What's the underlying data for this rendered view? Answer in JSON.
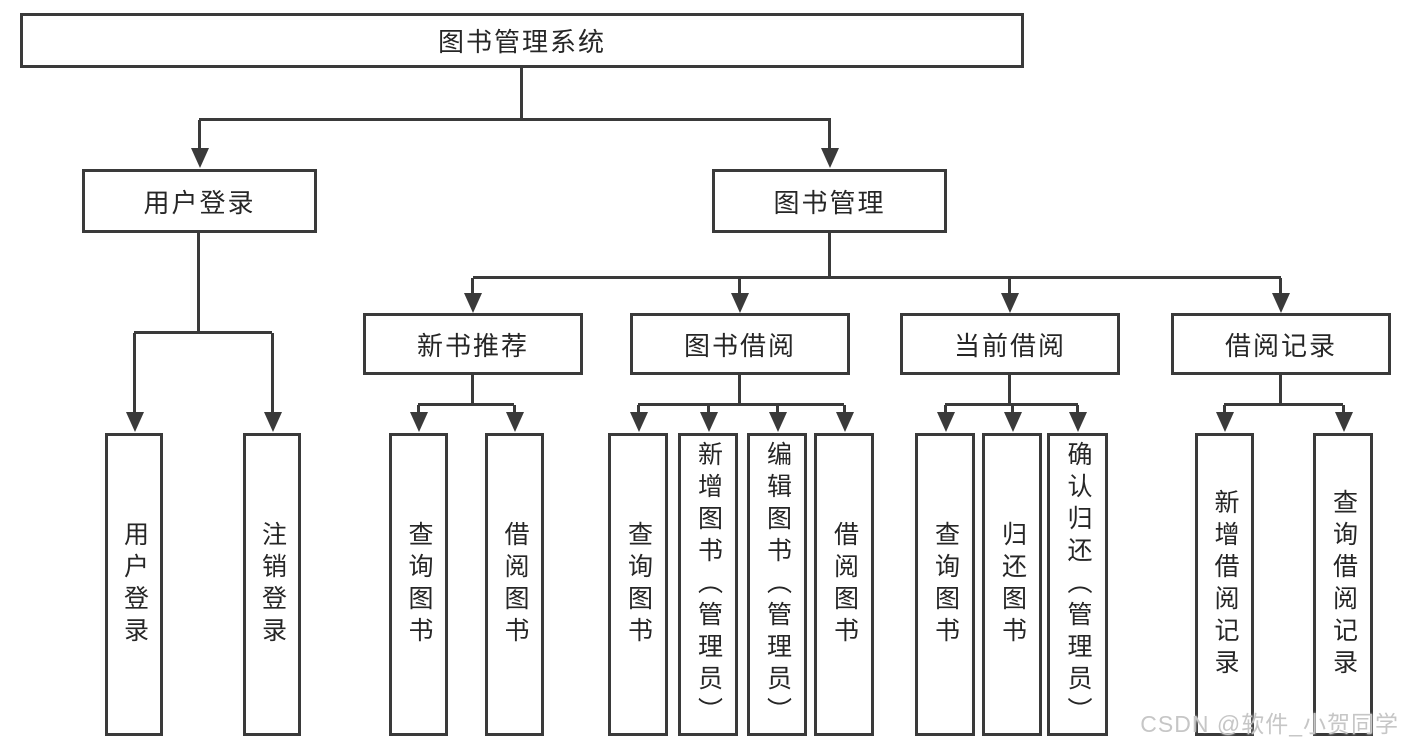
{
  "diagram": {
    "root": "图书管理系统",
    "branches": [
      {
        "label": "用户登录",
        "children": [
          "用户登录",
          "注销登录"
        ]
      },
      {
        "label": "图书管理",
        "groups": [
          {
            "label": "新书推荐",
            "children": [
              "查询图书",
              "借阅图书"
            ]
          },
          {
            "label": "图书借阅",
            "children": [
              "查询图书",
              "新增图书（管理员）",
              "编辑图书（管理员）",
              "借阅图书"
            ]
          },
          {
            "label": "当前借阅",
            "children": [
              "查询图书",
              "归还图书",
              "确认归还（管理员）"
            ]
          },
          {
            "label": "借阅记录",
            "children": [
              "新增借阅记录",
              "查询借阅记录"
            ]
          }
        ]
      }
    ]
  },
  "watermark": "CSDN @软件_小贺同学",
  "colors": {
    "line": "#3a3a3a",
    "text": "#262626",
    "watermark": "#c6c6c6",
    "background": "#ffffff"
  }
}
